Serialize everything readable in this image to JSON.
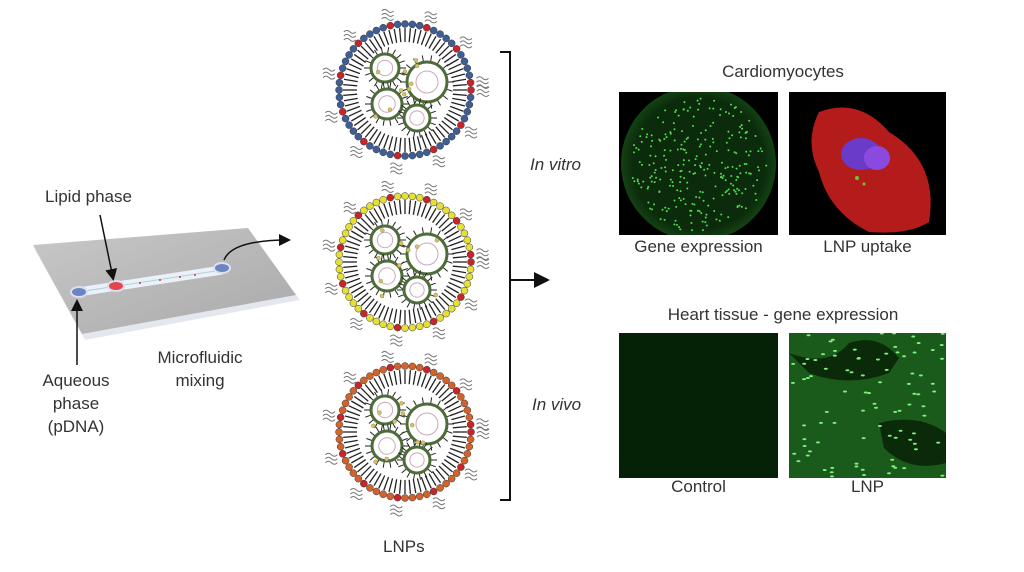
{
  "chip": {
    "lipid_label": "Lipid phase",
    "aqueous_label_lines": [
      "Aqueous",
      "phase",
      "(pDNA)"
    ],
    "mixing_label_lines": [
      "Microfluidic",
      "mixing"
    ]
  },
  "lnps": {
    "label": "LNPs",
    "variants": [
      {
        "shell_color": "#3f5d96"
      },
      {
        "shell_color": "#e6df3a"
      },
      {
        "shell_color": "#d2632c"
      }
    ],
    "peg_color": "#c9242a",
    "core_color": "#4e6b3a"
  },
  "conditions": {
    "in_vitro": "In vitro",
    "in_vivo": "In vivo"
  },
  "cardiomyocytes": {
    "title": "Cardiomyocytes",
    "panels": [
      {
        "caption": "Gene expression"
      },
      {
        "caption": "LNP uptake"
      }
    ]
  },
  "heart_tissue": {
    "title": "Heart tissue - gene expression",
    "panels": [
      {
        "caption": "Control"
      },
      {
        "caption": "LNP"
      }
    ]
  }
}
